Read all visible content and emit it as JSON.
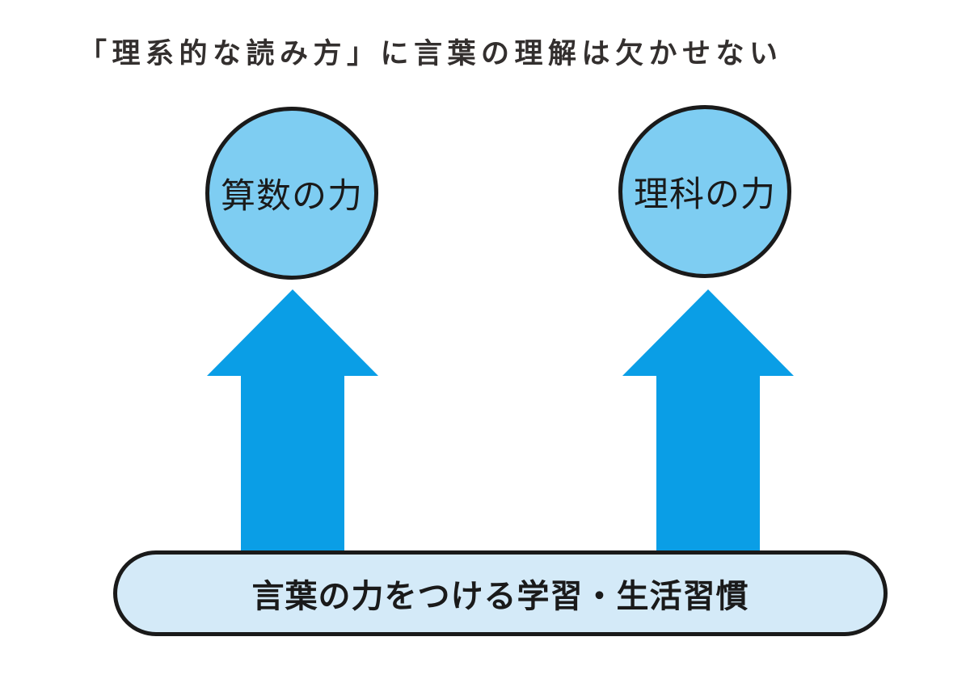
{
  "title": "「理系的な読み方」に言葉の理解は欠かせない",
  "circles": [
    {
      "label": "算数の力"
    },
    {
      "label": "理科の力"
    }
  ],
  "arrows": {
    "count": 2,
    "direction": "up"
  },
  "base": {
    "label": "言葉の力をつける学習・生活習慣"
  },
  "colors": {
    "circle_fill": "#7ECDF2",
    "arrow_fill": "#0A9EE6",
    "base_fill": "#D4EAF8",
    "outline": "#1A1A1A",
    "title_text": "#332F2E"
  }
}
